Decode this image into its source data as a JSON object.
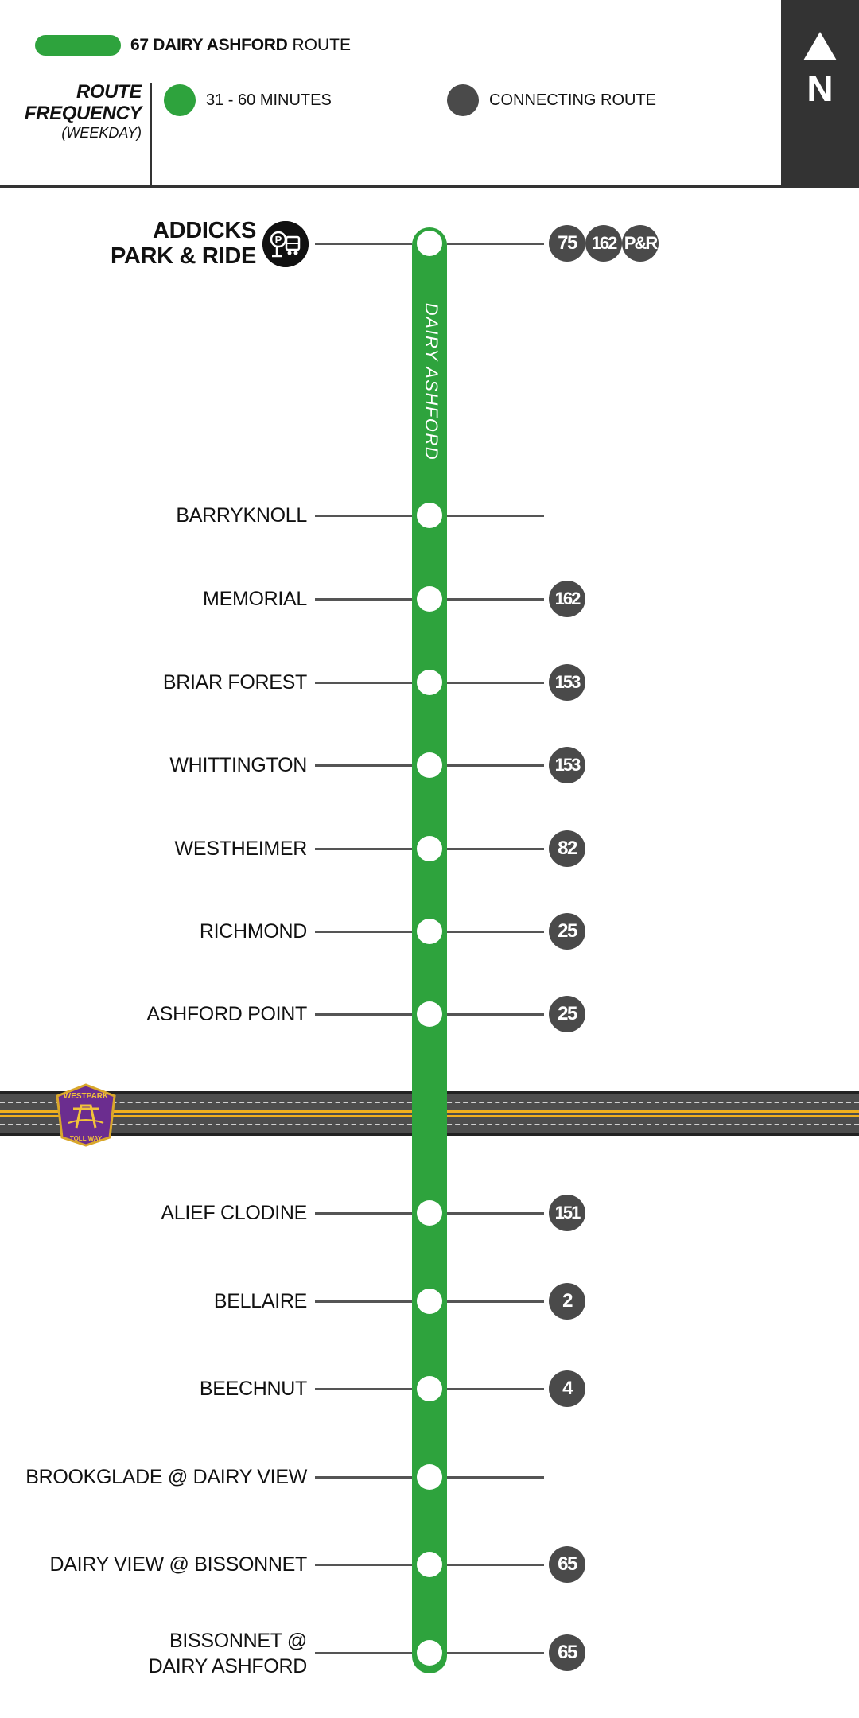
{
  "legend": {
    "route_name": "67 DAIRY ASHFORD",
    "route_word": "ROUTE",
    "frequency_title_1": "ROUTE",
    "frequency_title_2": "FREQUENCY",
    "frequency_sub": "(WEEKDAY)",
    "frequency_label": "31 - 60 MINUTES",
    "connecting_label": "CONNECTING ROUTE"
  },
  "colors": {
    "route": "#2ea33d",
    "connecting": "#4a4a4a",
    "north_box": "#333333"
  },
  "compass": {
    "label": "N",
    "icon": "north-arrow-icon"
  },
  "street_label": "DAIRY ASHFORD",
  "highway": {
    "shield_top": "WESTPARK",
    "shield_bottom": "TOLL WAY"
  },
  "stops": [
    {
      "name": [
        "ADDICKS",
        "PARK & RIDE"
      ],
      "connections": [
        "75",
        "162",
        "P&R"
      ],
      "park_and_ride": true
    },
    {
      "name": [
        "BARRYKNOLL"
      ],
      "connections": []
    },
    {
      "name": [
        "MEMORIAL"
      ],
      "connections": [
        "162"
      ]
    },
    {
      "name": [
        "BRIAR FOREST"
      ],
      "connections": [
        "153"
      ]
    },
    {
      "name": [
        "WHITTINGTON"
      ],
      "connections": [
        "153"
      ]
    },
    {
      "name": [
        "WESTHEIMER"
      ],
      "connections": [
        "82"
      ]
    },
    {
      "name": [
        "RICHMOND"
      ],
      "connections": [
        "25"
      ]
    },
    {
      "name": [
        "ASHFORD POINT"
      ],
      "connections": [
        "25"
      ]
    },
    {
      "name": [
        "ALIEF CLODINE"
      ],
      "connections": [
        "151"
      ]
    },
    {
      "name": [
        "BELLAIRE"
      ],
      "connections": [
        "2"
      ]
    },
    {
      "name": [
        "BEECHNUT"
      ],
      "connections": [
        "4"
      ]
    },
    {
      "name": [
        "BROOKGLADE @ DAIRY VIEW"
      ],
      "connections": []
    },
    {
      "name": [
        "DAIRY VIEW @ BISSONNET"
      ],
      "connections": [
        "65"
      ]
    },
    {
      "name": [
        "BISSONNET @",
        "DAIRY ASHFORD"
      ],
      "connections": [
        "65"
      ]
    }
  ]
}
